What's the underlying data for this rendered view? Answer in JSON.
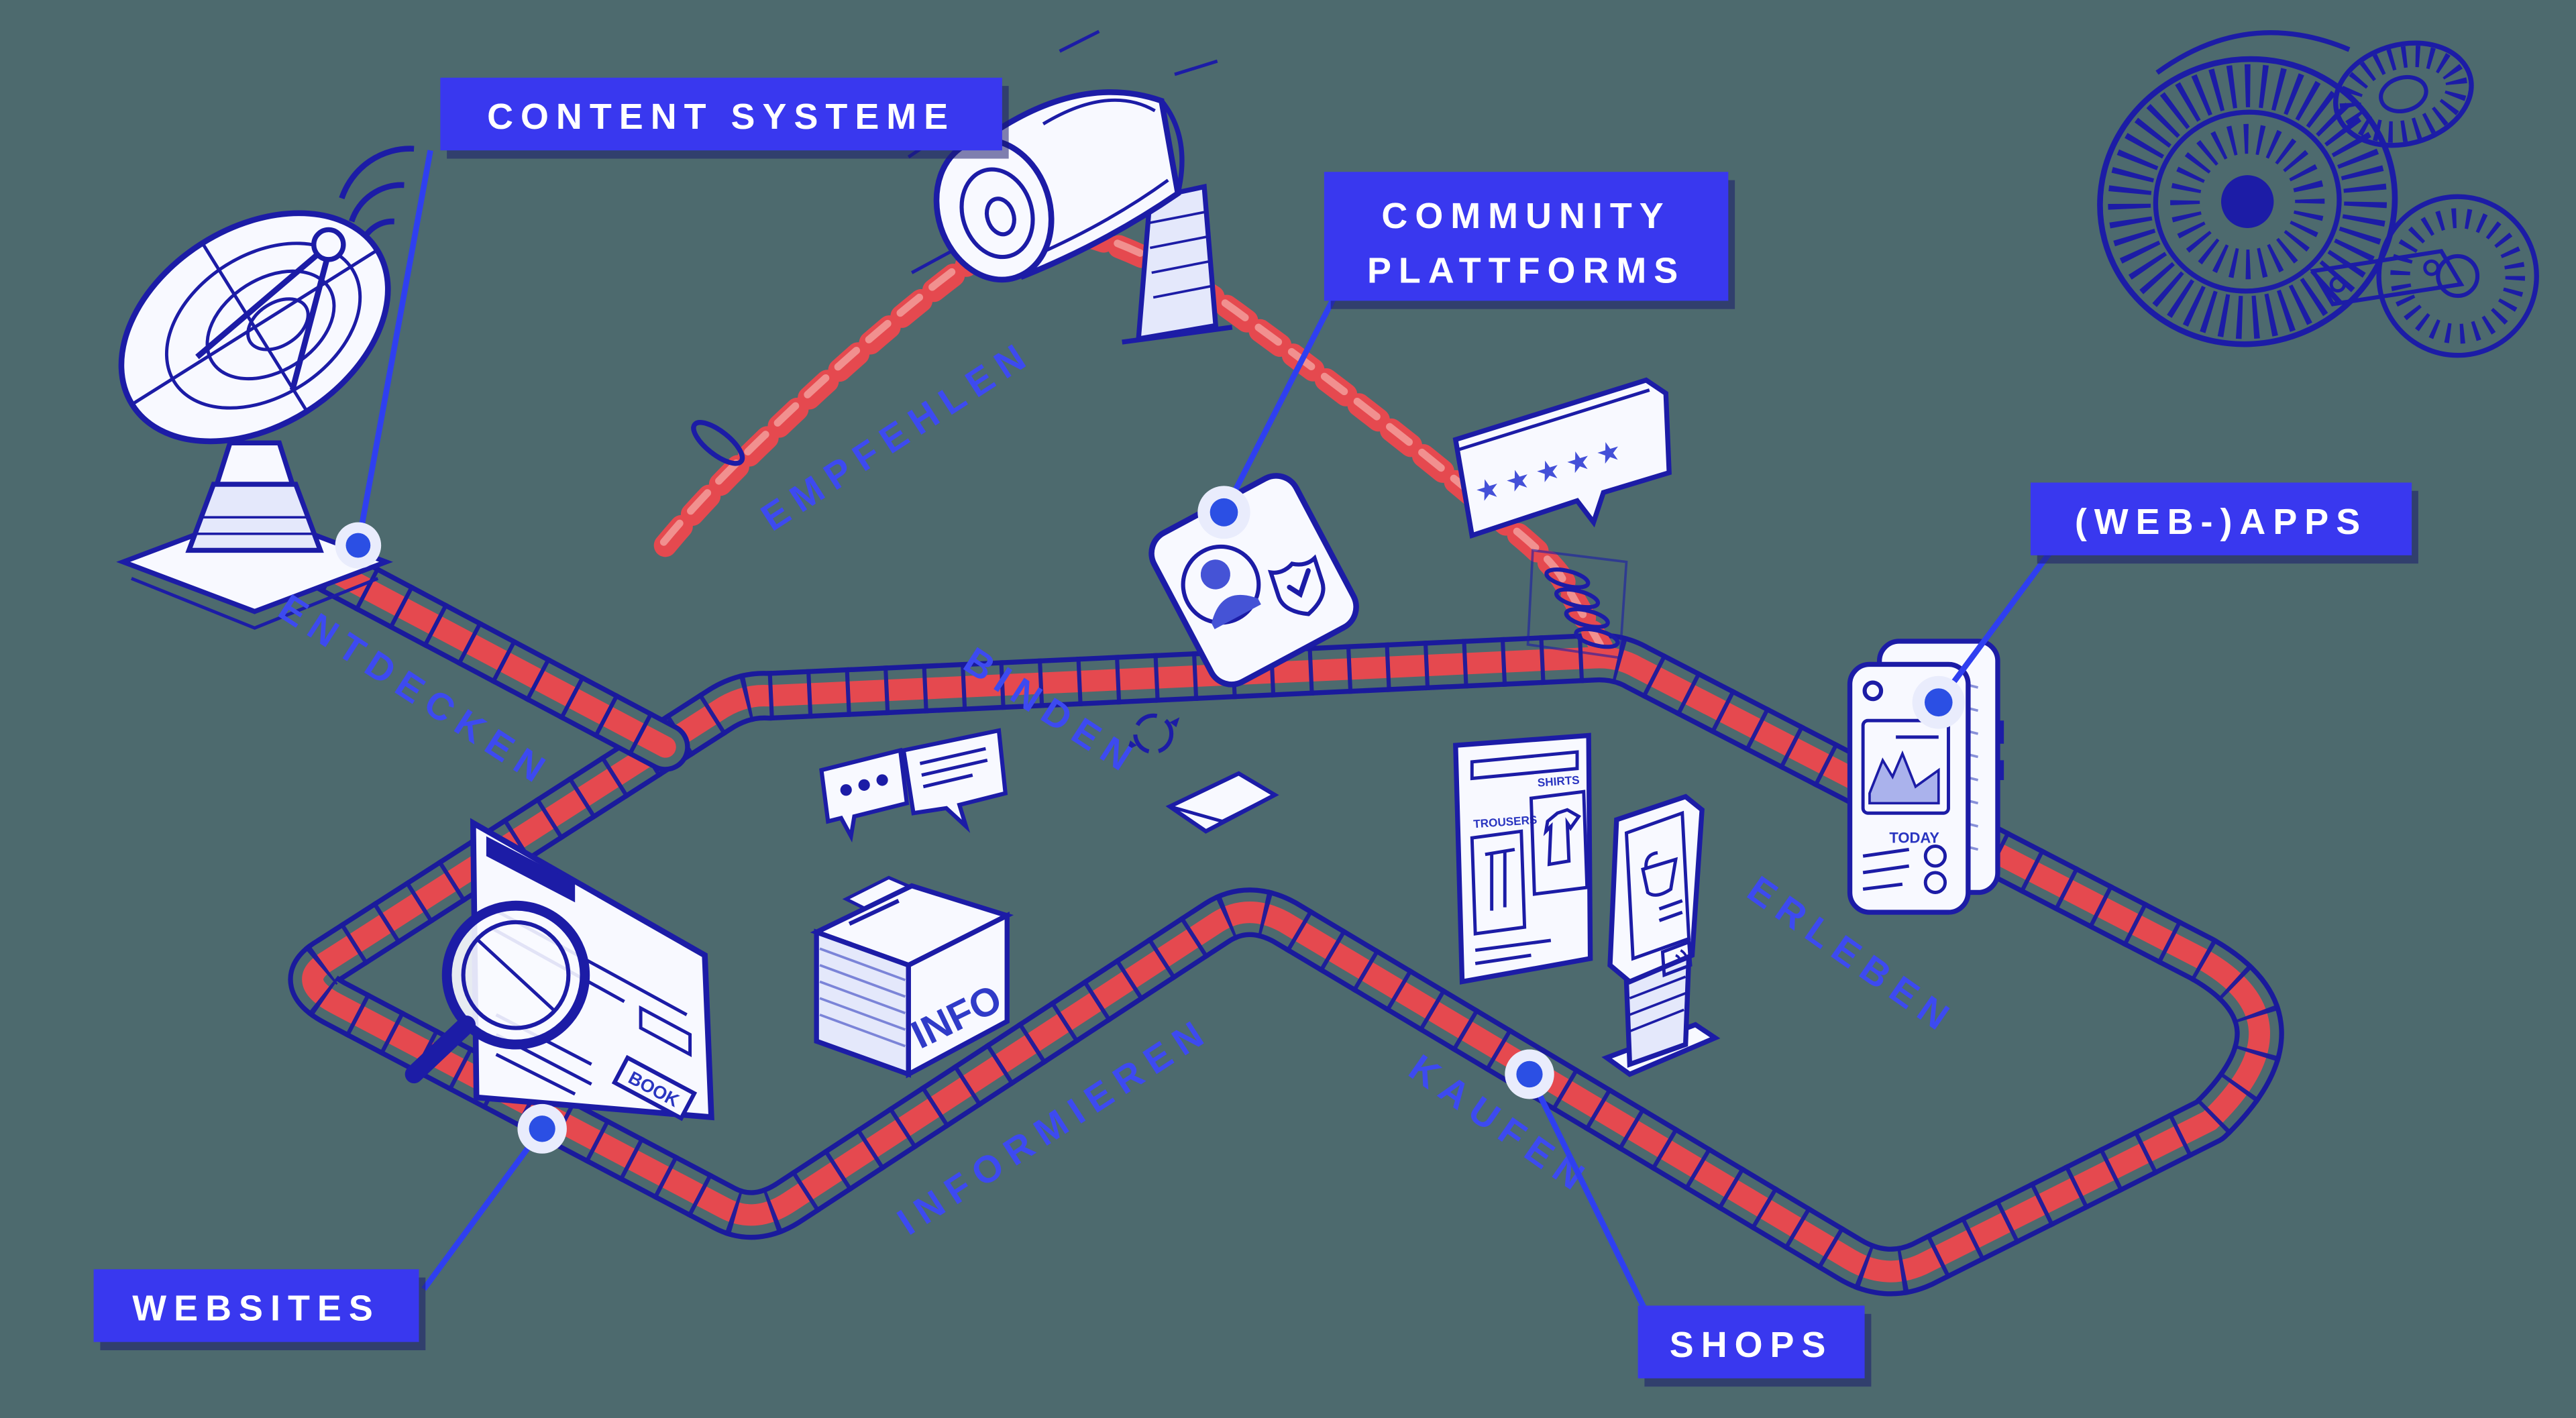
{
  "scene": {
    "background_color": "#4d6a6e",
    "ink_blue": "#1c1ca6",
    "belt_red": "#e5494f",
    "label_blue": "#3938ef",
    "journey_text_blue": "#3d4af0",
    "marker_ring": "#e9ecfc",
    "marker_dot": "#2b4fe4"
  },
  "callouts": {
    "content_systeme": {
      "label": "CONTENT SYSTEME"
    },
    "community": {
      "line1": "COMMUNITY",
      "line2": "PLATTFORMS"
    },
    "webapps": {
      "label": "(WEB-)APPS"
    },
    "websites": {
      "label": "WEBSITES"
    },
    "shops": {
      "label": "SHOPS"
    }
  },
  "journey_steps": {
    "entdecken": "ENTDECKEN",
    "empfehlen": "EMPFEHLEN",
    "binden": "BINDEN",
    "informieren": "INFORMIEREN",
    "kaufen": "KAUFEN",
    "erleben": "ERLEBEN"
  },
  "sketch_texts": {
    "info_box": "INFO",
    "browser_button": "BOOK",
    "shop_sign_left": "TROUSERS",
    "shop_sign_right": "SHIRTS",
    "phone_section": "TODAY",
    "rating_stars": "★★★★★"
  }
}
